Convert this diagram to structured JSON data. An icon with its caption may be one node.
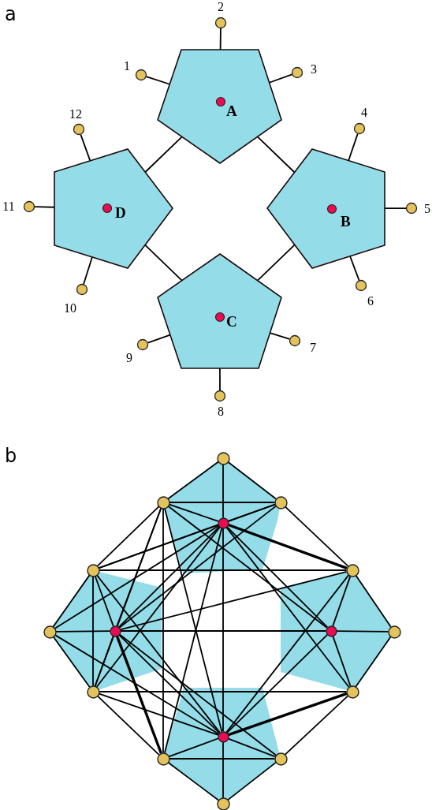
{
  "diagram": {
    "nodes": [
      {
        "text": [
          "A"
        ]
      },
      {
        "text": [
          "B"
        ]
      },
      {
        "text": [
          "C"
        ]
      },
      {
        "text": [
          "D"
        ]
      },
      {
        "text": [
          "1"
        ]
      },
      {
        "text": [
          "2"
        ]
      },
      {
        "text": [
          "3"
        ]
      },
      {
        "text": [
          "4"
        ]
      },
      {
        "text": [
          "5"
        ]
      },
      {
        "text": [
          "6"
        ]
      },
      {
        "text": [
          "7"
        ]
      },
      {
        "text": [
          "8"
        ]
      },
      {
        "text": [
          "9"
        ]
      },
      {
        "text": [
          "10"
        ]
      },
      {
        "text": [
          "11"
        ]
      },
      {
        "text": [
          "12"
        ]
      },
      {
        "text": [],
        "shape": "circle"
      },
      {
        "text": [],
        "shape": "circle"
      },
      {
        "text": [],
        "shape": "circle"
      },
      {
        "text": [],
        "shape": "circle"
      },
      {
        "text": [],
        "shape": "circle"
      },
      {
        "text": [],
        "shape": "circle"
      },
      {
        "text": [],
        "shape": "circle"
      },
      {
        "text": [],
        "shape": "circle"
      },
      {
        "text": [],
        "shape": "circle"
      },
      {
        "text": [],
        "shape": "circle"
      },
      {
        "text": [],
        "shape": "circle"
      },
      {
        "text": [],
        "shape": "circle"
      },
      {
        "text": [],
        "shape": "circle"
      },
      {
        "text": [],
        "shape": "circle"
      },
      {
        "text": [],
        "shape": "circle"
      },
      {
        "text": [],
        "shape": "circle"
      }
    ],
    "edges": [
      {
        "from": 0,
        "to": 1,
        "arrow": "none"
      },
      {
        "from": 1,
        "to": 2,
        "arrow": "none"
      },
      {
        "from": 2,
        "to": 3,
        "arrow": "none"
      },
      {
        "from": 3,
        "to": 0,
        "arrow": "none"
      },
      {
        "from": 0,
        "to": 4,
        "arrow": "none"
      },
      {
        "from": 0,
        "to": 5,
        "arrow": "none"
      },
      {
        "from": 0,
        "to": 6,
        "arrow": "none"
      },
      {
        "from": 1,
        "to": 7,
        "arrow": "none"
      },
      {
        "from": 1,
        "to": 8,
        "arrow": "none"
      },
      {
        "from": 1,
        "to": 9,
        "arrow": "none"
      },
      {
        "from": 2,
        "to": 10,
        "arrow": "none"
      },
      {
        "from": 2,
        "to": 11,
        "arrow": "none"
      },
      {
        "from": 2,
        "to": 12,
        "arrow": "none"
      },
      {
        "from": 3,
        "to": 13,
        "arrow": "none"
      },
      {
        "from": 3,
        "to": 14,
        "arrow": "none"
      },
      {
        "from": 3,
        "to": 15,
        "arrow": "none"
      },
      {
        "from": 16,
        "to": 17,
        "arrow": "none"
      },
      {
        "from": 16,
        "to": 18,
        "arrow": "none"
      },
      {
        "from": 18,
        "to": 21,
        "arrow": "none"
      },
      {
        "from": 21,
        "to": 25,
        "arrow": "none"
      },
      {
        "from": 25,
        "to": 27,
        "arrow": "none"
      },
      {
        "from": 27,
        "to": 30,
        "arrow": "none"
      },
      {
        "from": 30,
        "to": 31,
        "arrow": "none"
      },
      {
        "from": 31,
        "to": 29,
        "arrow": "none"
      },
      {
        "from": 29,
        "to": 26,
        "arrow": "none"
      },
      {
        "from": 26,
        "to": 22,
        "arrow": "none"
      },
      {
        "from": 22,
        "to": 20,
        "arrow": "none"
      },
      {
        "from": 20,
        "to": 17,
        "arrow": "none"
      },
      {
        "from": 19,
        "to": 17,
        "arrow": "none"
      },
      {
        "from": 19,
        "to": 16,
        "arrow": "none"
      },
      {
        "from": 19,
        "to": 18,
        "arrow": "none"
      },
      {
        "from": 24,
        "to": 21,
        "arrow": "none"
      },
      {
        "from": 24,
        "to": 25,
        "arrow": "none"
      },
      {
        "from": 24,
        "to": 27,
        "arrow": "none"
      },
      {
        "from": 28,
        "to": 30,
        "arrow": "none"
      },
      {
        "from": 28,
        "to": 31,
        "arrow": "none"
      },
      {
        "from": 28,
        "to": 29,
        "arrow": "none"
      },
      {
        "from": 23,
        "to": 26,
        "arrow": "none"
      },
      {
        "from": 23,
        "to": 22,
        "arrow": "none"
      },
      {
        "from": 23,
        "to": 20,
        "arrow": "none"
      },
      {
        "from": 17,
        "to": 18,
        "arrow": "none"
      },
      {
        "from": 19,
        "to": 28,
        "arrow": "none"
      },
      {
        "from": 20,
        "to": 21,
        "arrow": "none"
      },
      {
        "from": 23,
        "to": 24,
        "arrow": "none"
      },
      {
        "from": 26,
        "to": 27,
        "arrow": "none"
      },
      {
        "from": 17,
        "to": 29,
        "arrow": "none"
      },
      {
        "from": 20,
        "to": 26,
        "arrow": "none"
      },
      {
        "from": 29,
        "to": 30,
        "arrow": "none"
      },
      {
        "from": 17,
        "to": 23,
        "arrow": "none"
      },
      {
        "from": 17,
        "to": 26,
        "arrow": "none"
      },
      {
        "from": 17,
        "to": 28,
        "arrow": "none"
      },
      {
        "from": 17,
        "to": 24,
        "arrow": "none"
      },
      {
        "from": 20,
        "to": 19,
        "arrow": "none"
      },
      {
        "from": 20,
        "to": 18,
        "arrow": "none"
      },
      {
        "from": 20,
        "to": 28,
        "arrow": "none"
      },
      {
        "from": 22,
        "to": 19,
        "arrow": "none"
      },
      {
        "from": 22,
        "to": 28,
        "arrow": "none"
      },
      {
        "from": 26,
        "to": 28,
        "arrow": "none"
      },
      {
        "from": 26,
        "to": 19,
        "arrow": "none"
      },
      {
        "from": 23,
        "to": 19,
        "arrow": "none"
      },
      {
        "from": 23,
        "to": 28,
        "arrow": "none"
      },
      {
        "from": 23,
        "to": 29,
        "arrow": "none",
        "style": "thick"
      },
      {
        "from": 23,
        "to": 18,
        "arrow": "none"
      },
      {
        "from": 23,
        "to": 21,
        "arrow": "none"
      },
      {
        "from": 23,
        "to": 30,
        "arrow": "none"
      },
      {
        "from": 19,
        "to": 21,
        "arrow": "none",
        "style": "thick"
      },
      {
        "from": 19,
        "to": 24,
        "arrow": "none"
      },
      {
        "from": 19,
        "to": 27,
        "arrow": "none"
      },
      {
        "from": 19,
        "to": 29,
        "arrow": "none"
      },
      {
        "from": 28,
        "to": 27,
        "arrow": "none",
        "style": "thick"
      },
      {
        "from": 28,
        "to": 24,
        "arrow": "none"
      },
      {
        "from": 28,
        "to": 21,
        "arrow": "none"
      }
    ],
    "labels": [
      "a",
      "b"
    ]
  }
}
